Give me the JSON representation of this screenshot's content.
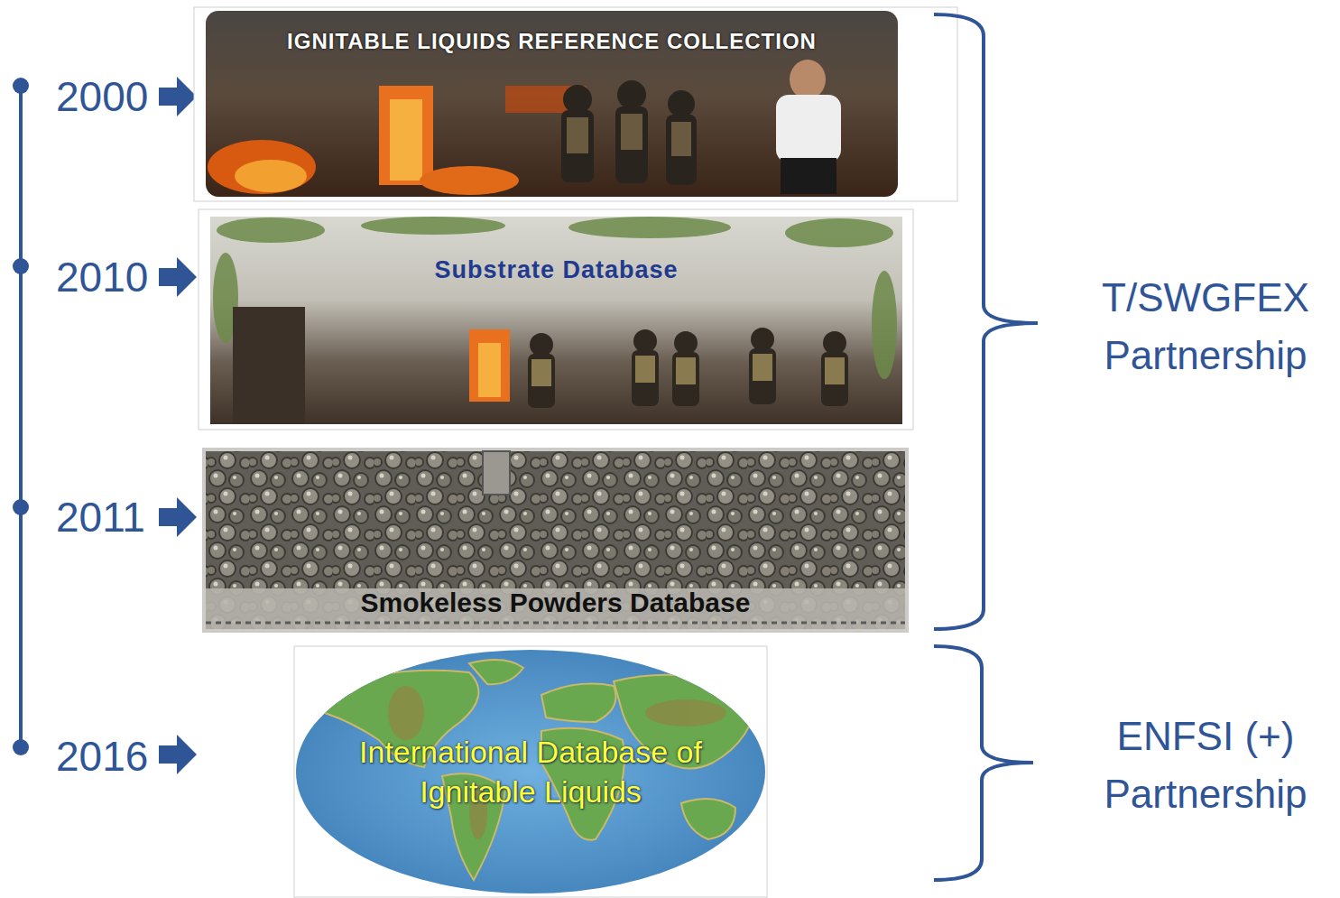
{
  "diagram": {
    "nodes": [
      {
        "text": [
          "IGNITABLE LIQUIDS REFERENCE COLLECTION"
        ]
      },
      {
        "text": [
          "Substrate Database"
        ]
      },
      {
        "text": [
          "Smokeless Powders Database"
        ]
      },
      {
        "text": [
          "International Database of Ignitable Liquids"
        ]
      }
    ],
    "labels": [
      "2000",
      "2010",
      "2011",
      "2016",
      "T/SWGFEX Partnership",
      "ENFSI (+) Partnership"
    ]
  }
}
